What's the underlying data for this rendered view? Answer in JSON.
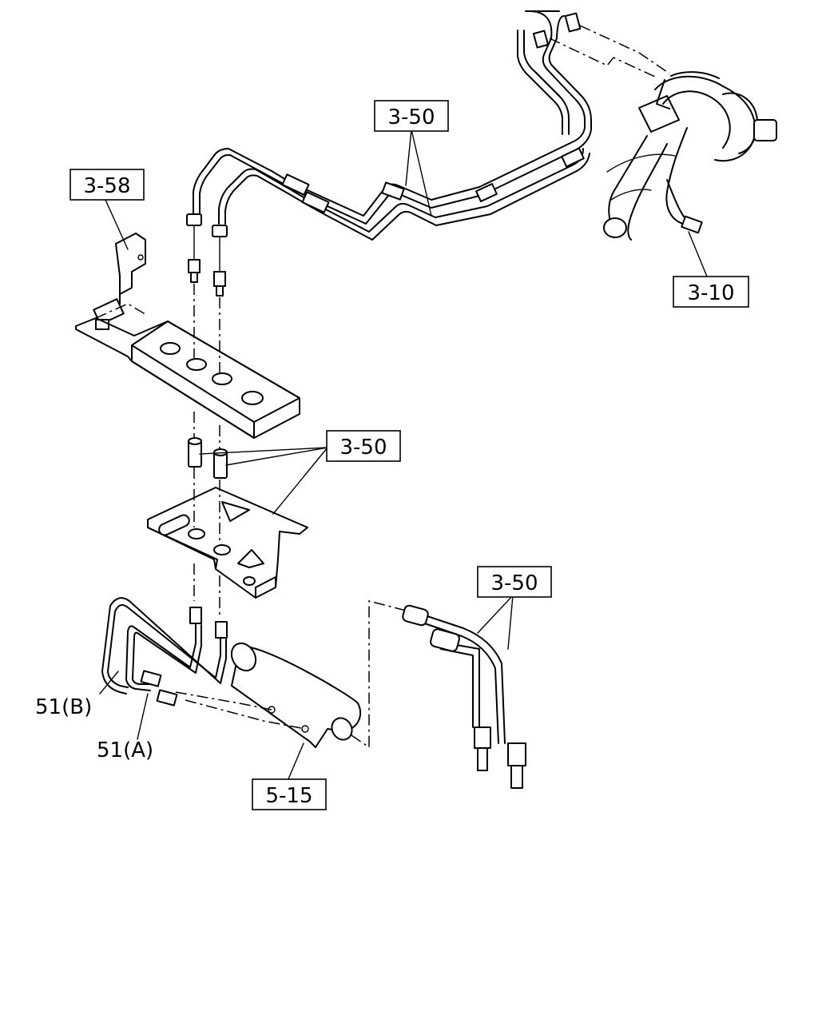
{
  "callouts": {
    "ref_3_58": "3-58",
    "ref_3_50_top": "3-50",
    "ref_3_10": "3-10",
    "ref_3_50_mid": "3-50",
    "ref_3_50_low": "3-50",
    "ref_5_15": "5-15"
  },
  "part_labels": {
    "part_51b": "51(B)",
    "part_51a": "51(A)"
  }
}
